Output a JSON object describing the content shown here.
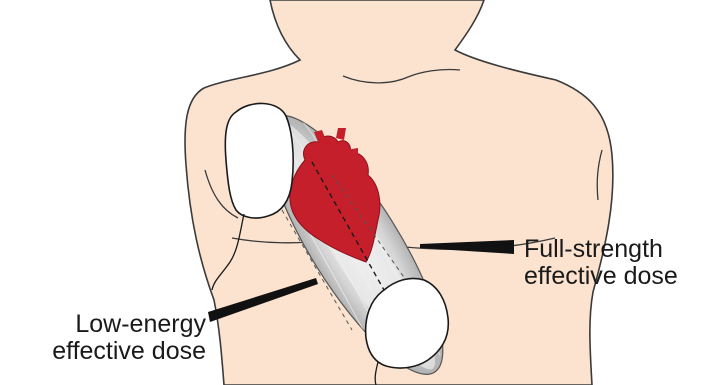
{
  "colors": {
    "skin": "#fbe3cf",
    "skin_outline": "#3a3a3a",
    "heart": "#c41f2a",
    "pad_fill": "#ffffff",
    "current_path": "#c9c9c9",
    "leader_line": "#111111"
  },
  "icons": {
    "heart": "heart-icon",
    "pads": "defibrillator-pad-icon"
  },
  "labels": {
    "full_strength": {
      "line1": "Full-strength",
      "line2": "effective dose"
    },
    "low_energy": {
      "line1": "Low-energy",
      "line2": "effective dose"
    }
  }
}
